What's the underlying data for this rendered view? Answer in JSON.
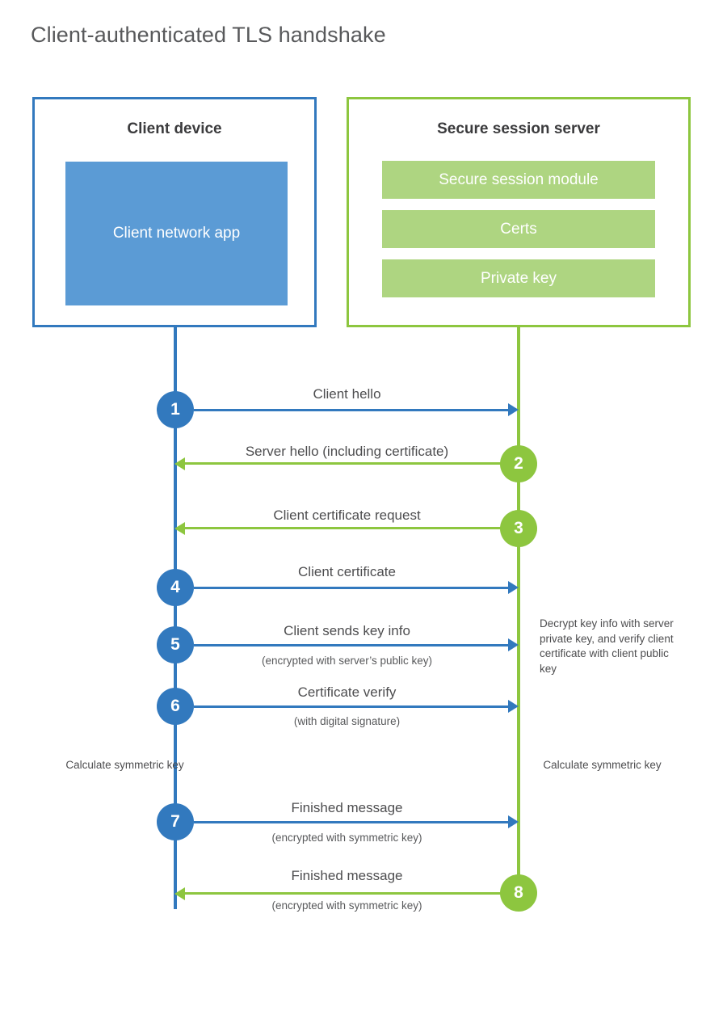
{
  "title": "Client-authenticated TLS handshake",
  "colors": {
    "blue": "#3279be",
    "green": "#8dc63f",
    "client_app_fill": "#5b9bd5",
    "server_block_fill": "#aed581",
    "title_text": "#58595b",
    "body_text": "#4d4d4f",
    "heading_text": "#3b3b3d",
    "background": "#ffffff"
  },
  "parties": {
    "client": {
      "title": "Client device",
      "blocks": [
        {
          "label": "Client network app"
        }
      ]
    },
    "server": {
      "title": "Secure session server",
      "blocks": [
        {
          "label": "Secure session module"
        },
        {
          "label": "Certs"
        },
        {
          "label": "Private key"
        }
      ]
    }
  },
  "steps": [
    {
      "number": "1",
      "label": "Client hello",
      "sublabel": "",
      "direction": "client-to-server",
      "color": "blue"
    },
    {
      "number": "2",
      "label": "Server hello (including certificate)",
      "sublabel": "",
      "direction": "server-to-client",
      "color": "green"
    },
    {
      "number": "3",
      "label": "Client certificate request",
      "sublabel": "",
      "direction": "server-to-client",
      "color": "green"
    },
    {
      "number": "4",
      "label": "Client certificate",
      "sublabel": "",
      "direction": "client-to-server",
      "color": "blue"
    },
    {
      "number": "5",
      "label": "Client sends key info",
      "sublabel": "(encrypted with server’s public key)",
      "direction": "client-to-server",
      "color": "blue"
    },
    {
      "number": "6",
      "label": "Certificate verify",
      "sublabel": "(with digital signature)",
      "direction": "client-to-server",
      "color": "blue"
    },
    {
      "number": "7",
      "label": "Finished message",
      "sublabel": "(encrypted with symmetric key)",
      "direction": "client-to-server",
      "color": "blue"
    },
    {
      "number": "8",
      "label": "Finished message",
      "sublabel": "(encrypted with symmetric key)",
      "direction": "server-to-client",
      "color": "green"
    }
  ],
  "annotations": {
    "server_decrypt": "Decrypt key info with server private key, and verify client certificate with client public key",
    "client_calculate": "Calculate symmetric key",
    "server_calculate": "Calculate symmetric key"
  }
}
